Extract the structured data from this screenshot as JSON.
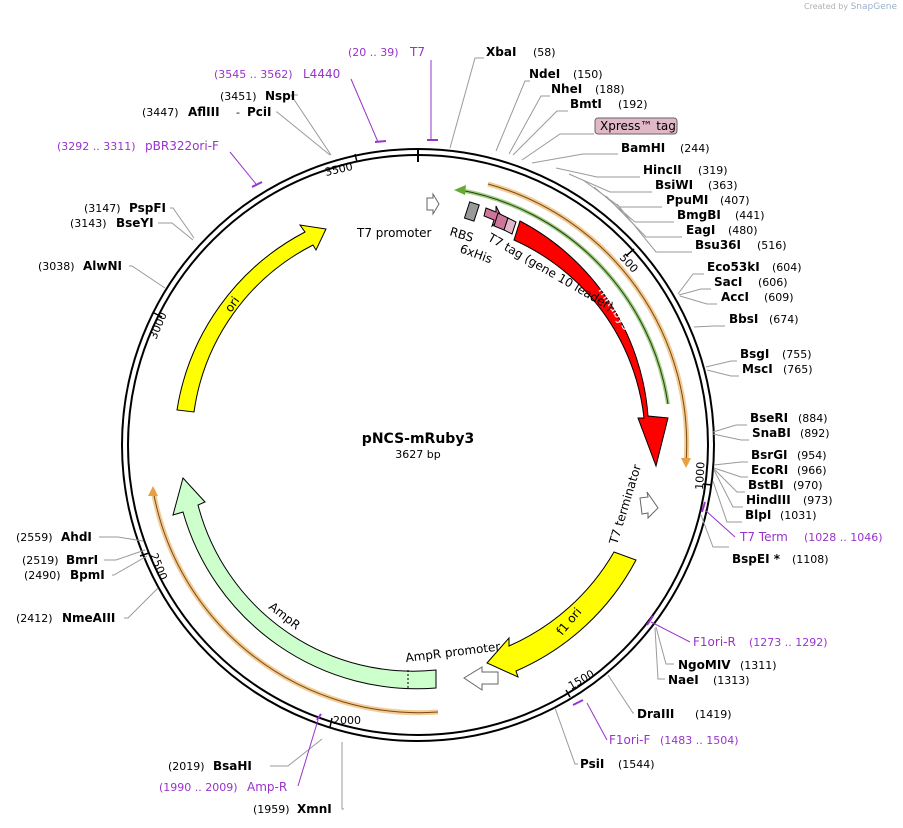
{
  "credit": {
    "prefix": "Created by",
    "brand": "SnapGene"
  },
  "plasmid": {
    "name": "pNCS-mRuby3",
    "size": "3627 bp"
  },
  "ticks": [
    "500",
    "1000",
    "1500",
    "2000",
    "2500",
    "3000",
    "3500"
  ],
  "enzymes": [
    {
      "name": "XbaI",
      "pos": "(58)"
    },
    {
      "name": "NdeI",
      "pos": "(150)"
    },
    {
      "name": "NheI",
      "pos": "(188)"
    },
    {
      "name": "BmtI",
      "pos": "(192)"
    },
    {
      "name": "Xpress™ tag",
      "pos": ""
    },
    {
      "name": "BamHI",
      "pos": "(244)"
    },
    {
      "name": "HincII",
      "pos": "(319)"
    },
    {
      "name": "BsiWI",
      "pos": "(363)"
    },
    {
      "name": "PpuMI",
      "pos": "(407)"
    },
    {
      "name": "BmgBI",
      "pos": "(441)"
    },
    {
      "name": "EagI",
      "pos": "(480)"
    },
    {
      "name": "Bsu36I",
      "pos": "(516)"
    },
    {
      "name": "Eco53kI",
      "pos": "(604)"
    },
    {
      "name": "SacI",
      "pos": "(606)"
    },
    {
      "name": "AccI",
      "pos": "(609)"
    },
    {
      "name": "BbsI",
      "pos": "(674)"
    },
    {
      "name": "BsgI",
      "pos": "(755)"
    },
    {
      "name": "MscI",
      "pos": "(765)"
    },
    {
      "name": "BseRI",
      "pos": "(884)"
    },
    {
      "name": "SnaBI",
      "pos": "(892)"
    },
    {
      "name": "BsrGI",
      "pos": "(954)"
    },
    {
      "name": "EcoRI",
      "pos": "(966)"
    },
    {
      "name": "BstBI",
      "pos": "(970)"
    },
    {
      "name": "HindIII",
      "pos": "(973)"
    },
    {
      "name": "BlpI",
      "pos": "(1031)"
    },
    {
      "name": "BspEI *",
      "pos": "(1108)"
    },
    {
      "name": "NgoMIV",
      "pos": "(1311)"
    },
    {
      "name": "NaeI",
      "pos": "(1313)"
    },
    {
      "name": "DraIII",
      "pos": "(1419)"
    },
    {
      "name": "PsiI",
      "pos": "(1544)"
    },
    {
      "name": "XmnI",
      "pos": "(1959)"
    },
    {
      "name": "BsaHI",
      "pos": "(2019)"
    },
    {
      "name": "NmeAIII",
      "pos": "(2412)"
    },
    {
      "name": "BpmI",
      "pos": "(2490)"
    },
    {
      "name": "BmrI",
      "pos": "(2519)"
    },
    {
      "name": "AhdI",
      "pos": "(2559)"
    },
    {
      "name": "AlwNI",
      "pos": "(3038)"
    },
    {
      "name": "BseYI",
      "pos": "(3143)"
    },
    {
      "name": "PspFI",
      "pos": "(3147)"
    },
    {
      "name": "AflIII",
      "pos": "(3447)"
    },
    {
      "name": "PciI",
      "pos": ""
    },
    {
      "name": "NspI",
      "pos": "(3451)"
    }
  ],
  "primers": [
    {
      "name": "T7",
      "range": "(20 .. 39)"
    },
    {
      "name": "L4440",
      "range": "(3545 .. 3562)"
    },
    {
      "name": "pBR322ori-F",
      "range": "(3292 .. 3311)"
    },
    {
      "name": "T7 Term",
      "range": "(1028 .. 1046)"
    },
    {
      "name": "F1ori-R",
      "range": "(1273 .. 1292)"
    },
    {
      "name": "F1ori-F",
      "range": "(1483 .. 1504)"
    },
    {
      "name": "Amp-R",
      "range": "(1990 .. 2009)"
    }
  ],
  "features": {
    "t7_promoter": "T7 promoter",
    "rbs": "RBS",
    "his": "6xHis",
    "t7_tag": "T7 tag (gene 10 leader)",
    "mruby3": "mRuby3",
    "t7_terminator": "T7 terminator",
    "f1_ori": "f1 ori",
    "ampr_promoter": "AmpR promoter",
    "ampr": "AmpR",
    "ori": "ori"
  },
  "colors": {
    "backbone": "#000000",
    "enzyme_line": "#9a9a9a",
    "primer": "#9933cc",
    "mruby3": "#ff0000",
    "ori": "#ffff00",
    "f1_ori": "#ffff00",
    "ampr": "#ccffcc",
    "orf_orange": "#e8a040",
    "orf_green": "#66aa33",
    "xpress": "#e0b8c8",
    "rbs": "#999999"
  }
}
